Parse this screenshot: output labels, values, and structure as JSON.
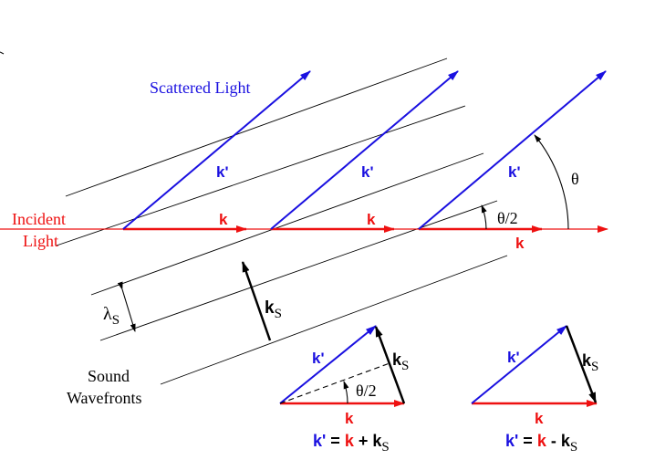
{
  "labels": {
    "scattered_light": "Scattered Light",
    "incident_line1": "Incident",
    "incident_line2": "Light",
    "sound_line1": "Sound",
    "sound_line2": "Wavefronts",
    "theta": "θ",
    "theta_half": "θ/2",
    "lambda": "λ",
    "lambda_sub": "S"
  },
  "vectors": {
    "k": "k",
    "k_prime": "k'",
    "k_s": "k",
    "k_s_sub": "S"
  },
  "equations": {
    "sum": {
      "lhs": "k'",
      "eq": " = ",
      "k": "k",
      "op": " + ",
      "ks": "k",
      "sub": "S"
    },
    "diff": {
      "lhs": "k'",
      "eq": " = ",
      "k": "k",
      "op": " - ",
      "ks": "k",
      "sub": "S"
    }
  },
  "colors": {
    "incident": "#ee1010",
    "scattered": "#1a10e0",
    "sound": "#000000"
  }
}
